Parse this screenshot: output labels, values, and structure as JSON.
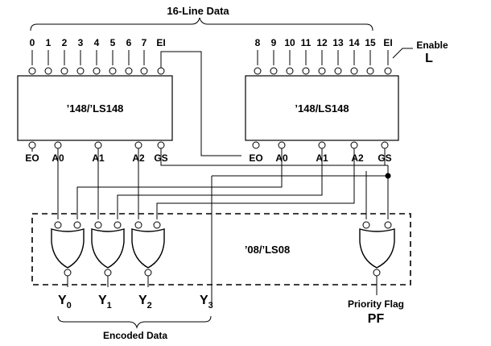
{
  "header": {
    "bus_label": "16-Line Data"
  },
  "chip_left": {
    "label": "’148/’LS148",
    "inputs": [
      "0",
      "1",
      "2",
      "3",
      "4",
      "5",
      "6",
      "7",
      "EI"
    ],
    "outputs": [
      "EO",
      "A0",
      "A1",
      "A2",
      "GS"
    ]
  },
  "chip_right": {
    "label": "’148/LS148",
    "inputs": [
      "8",
      "9",
      "10",
      "11",
      "12",
      "13",
      "14",
      "15",
      "EI"
    ],
    "outputs": [
      "EO",
      "A0",
      "A1",
      "A2",
      "GS"
    ]
  },
  "enable": {
    "label": "Enable",
    "level": "L"
  },
  "gate_package": {
    "label": "’08/’LS08"
  },
  "outputs": {
    "y0": {
      "base": "Y",
      "sub": "0"
    },
    "y1": {
      "base": "Y",
      "sub": "1"
    },
    "y2": {
      "base": "Y",
      "sub": "2"
    },
    "y3": {
      "base": "Y",
      "sub": "3"
    }
  },
  "encoded_label": "Encoded Data",
  "priority_flag": {
    "label": "Priority Flag",
    "symbol": "PF"
  }
}
